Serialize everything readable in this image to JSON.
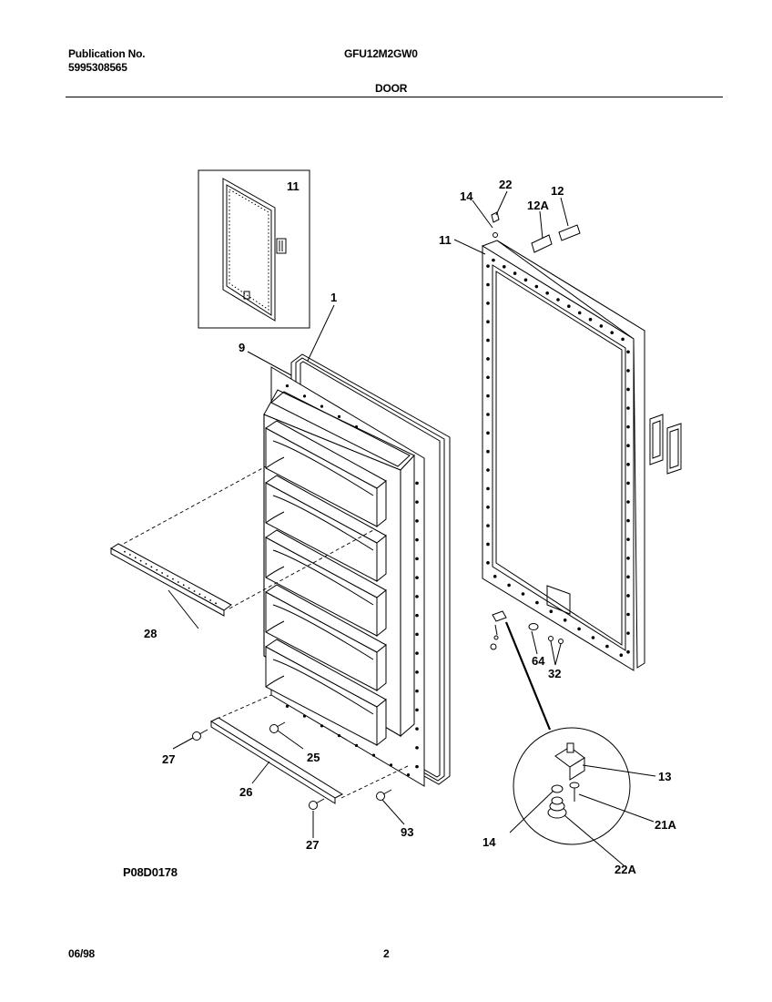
{
  "header": {
    "publication_label": "Publication No.",
    "publication_number": "5995308565",
    "model": "GFU12M2GW0",
    "section_title": "DOOR"
  },
  "footer": {
    "figure_code": "P08D0178",
    "date": "06/98",
    "page_number": "2"
  },
  "callouts": {
    "p1": "1",
    "p9": "9",
    "p11_inset": "11",
    "p11": "11",
    "p12": "12",
    "p12a": "12A",
    "p13": "13",
    "p14_top": "14",
    "p14_bottom": "14",
    "p21a": "21A",
    "p22": "22",
    "p22a": "22A",
    "p25": "25",
    "p26": "26",
    "p27_left": "27",
    "p27_bottom": "27",
    "p28": "28",
    "p32": "32",
    "p64": "64",
    "p93": "93"
  }
}
